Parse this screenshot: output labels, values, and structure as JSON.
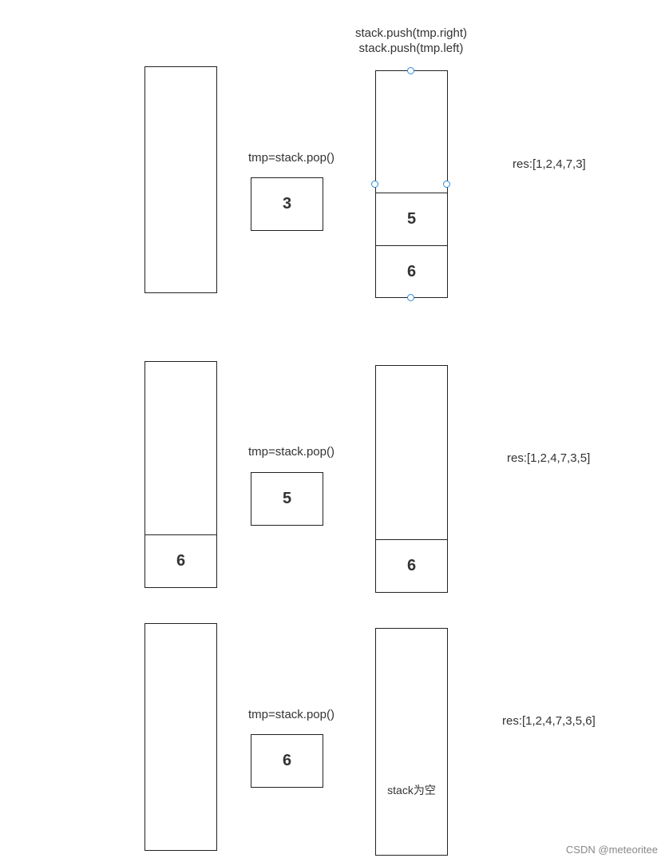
{
  "push_note": {
    "line1": "stack.push(tmp.right)",
    "line2": "stack.push(tmp.left)"
  },
  "rows": [
    {
      "pop_label": "tmp=stack.pop()",
      "tmp_value": "3",
      "left_stack": [],
      "right_stack": [
        "5",
        "6"
      ],
      "res": "res:[1,2,4,7,3]"
    },
    {
      "pop_label": "tmp=stack.pop()",
      "tmp_value": "5",
      "left_stack": [
        "6"
      ],
      "right_stack": [
        "6"
      ],
      "res": "res:[1,2,4,7,3,5]"
    },
    {
      "pop_label": "tmp=stack.pop()",
      "tmp_value": "6",
      "left_stack": [],
      "right_stack": [],
      "right_stack_note": "stack为空",
      "res": "res:[1,2,4,7,3,5,6]"
    }
  ],
  "watermark": "CSDN @meteoritee",
  "colors": {
    "handle": "#2b8ad9",
    "border": "#222222",
    "text": "#333333"
  }
}
